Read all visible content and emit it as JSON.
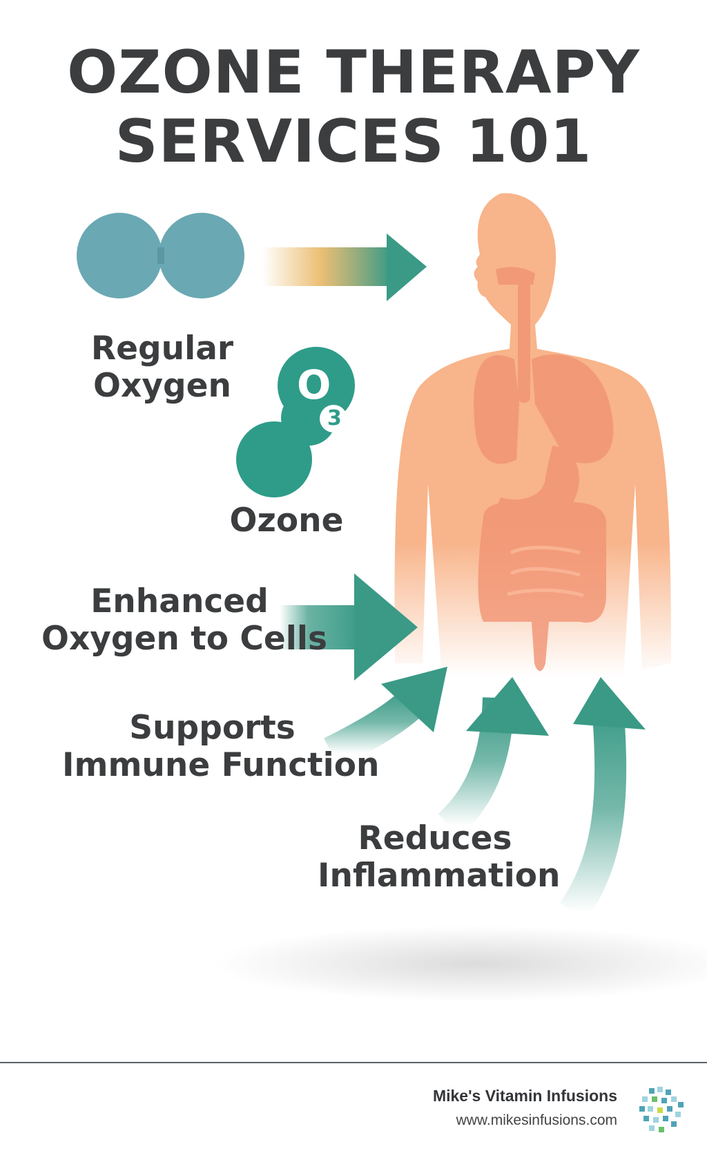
{
  "title": {
    "line1": "OZONE THERAPY",
    "line2": "SERVICES 101"
  },
  "molecules": {
    "oxygen_label_line1": "Regular",
    "oxygen_label_line2": "Oxygen",
    "ozone_symbol": "O",
    "ozone_subscript": "3",
    "ozone_label": "Ozone"
  },
  "benefits": {
    "enhanced_line1": "Enhanced",
    "enhanced_line2": "Oxygen to Cells",
    "immune_line1": "Supports",
    "immune_line2": "Immune Function",
    "inflammation_line1": "Reduces",
    "inflammation_line2": "Inflammation"
  },
  "footer": {
    "brand": "Mike's Vitamin Infusions",
    "url": "www.mikesinfusions.com"
  },
  "colors": {
    "oxygen": "#6aa8b3",
    "ozone": "#2e9c89",
    "body": "#f8b48a",
    "organs": "#f19373",
    "arrow": "#3a9a86",
    "gold": "#e9b45d",
    "text": "#3b3d3f"
  }
}
